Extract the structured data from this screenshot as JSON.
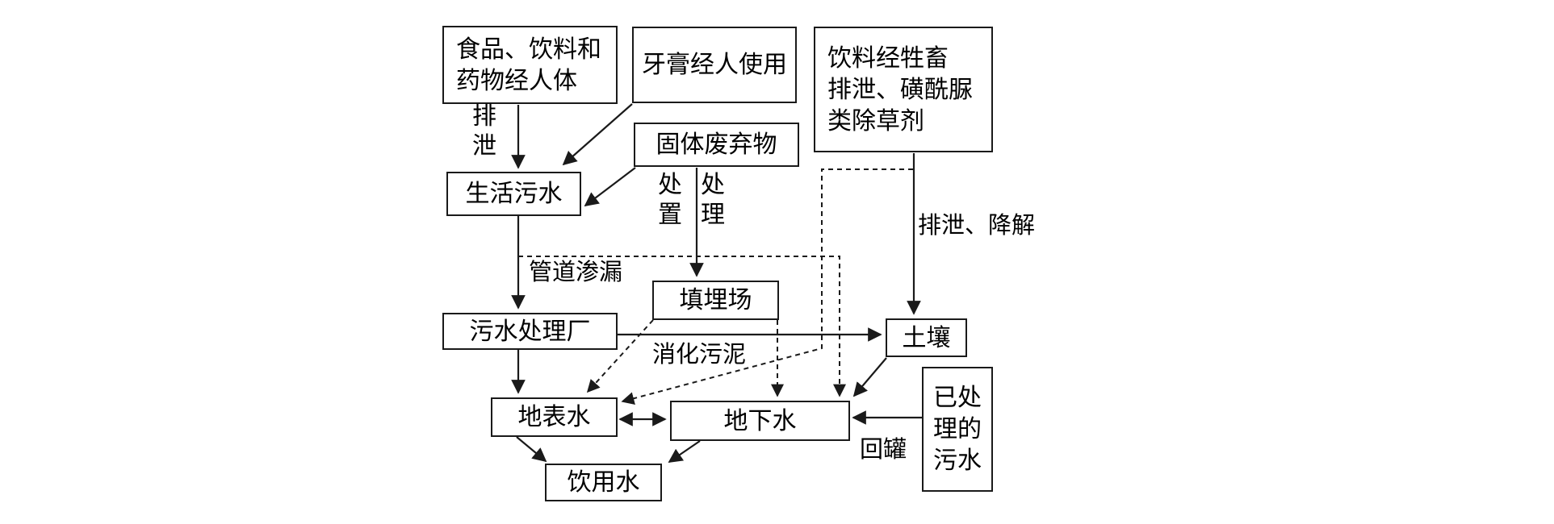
{
  "canvas": {
    "background": "#ffffff",
    "line_color": "#1a1a1a"
  },
  "nodes": {
    "food": {
      "lines": [
        "食品、饮料和",
        "药物经人体"
      ]
    },
    "toothpaste": {
      "label": "牙膏经人使用"
    },
    "livestock_herbicide": {
      "lines": [
        "饮料经牲畜",
        "排泄、磺酰脲",
        "类除草剂"
      ]
    },
    "domestic_sewage": {
      "label": "生活污水"
    },
    "solid_waste": {
      "label": "固体废弃物"
    },
    "landfill": {
      "label": "填埋场"
    },
    "sewage_treatment_plant": {
      "label": "污水处理厂"
    },
    "soil": {
      "label": "土壤"
    },
    "surface_water": {
      "label": "地表水"
    },
    "groundwater": {
      "label": "地下水"
    },
    "drinking_water": {
      "label": "饮用水"
    },
    "treated_sewage": {
      "lines": [
        "已处",
        "理的",
        "污水"
      ]
    }
  },
  "edge_labels": {
    "excretion": {
      "lines": [
        "排",
        "泄"
      ]
    },
    "disposal": {
      "lines": [
        "处",
        "置"
      ]
    },
    "treatment": {
      "lines": [
        "处",
        "理"
      ]
    },
    "pipeline_leakage": {
      "label": "管道渗漏"
    },
    "excretion_degradation": {
      "label": "排泄、降解"
    },
    "digested_sludge": {
      "label": "消化污泥"
    },
    "reinjection": {
      "label": "回罐"
    }
  }
}
